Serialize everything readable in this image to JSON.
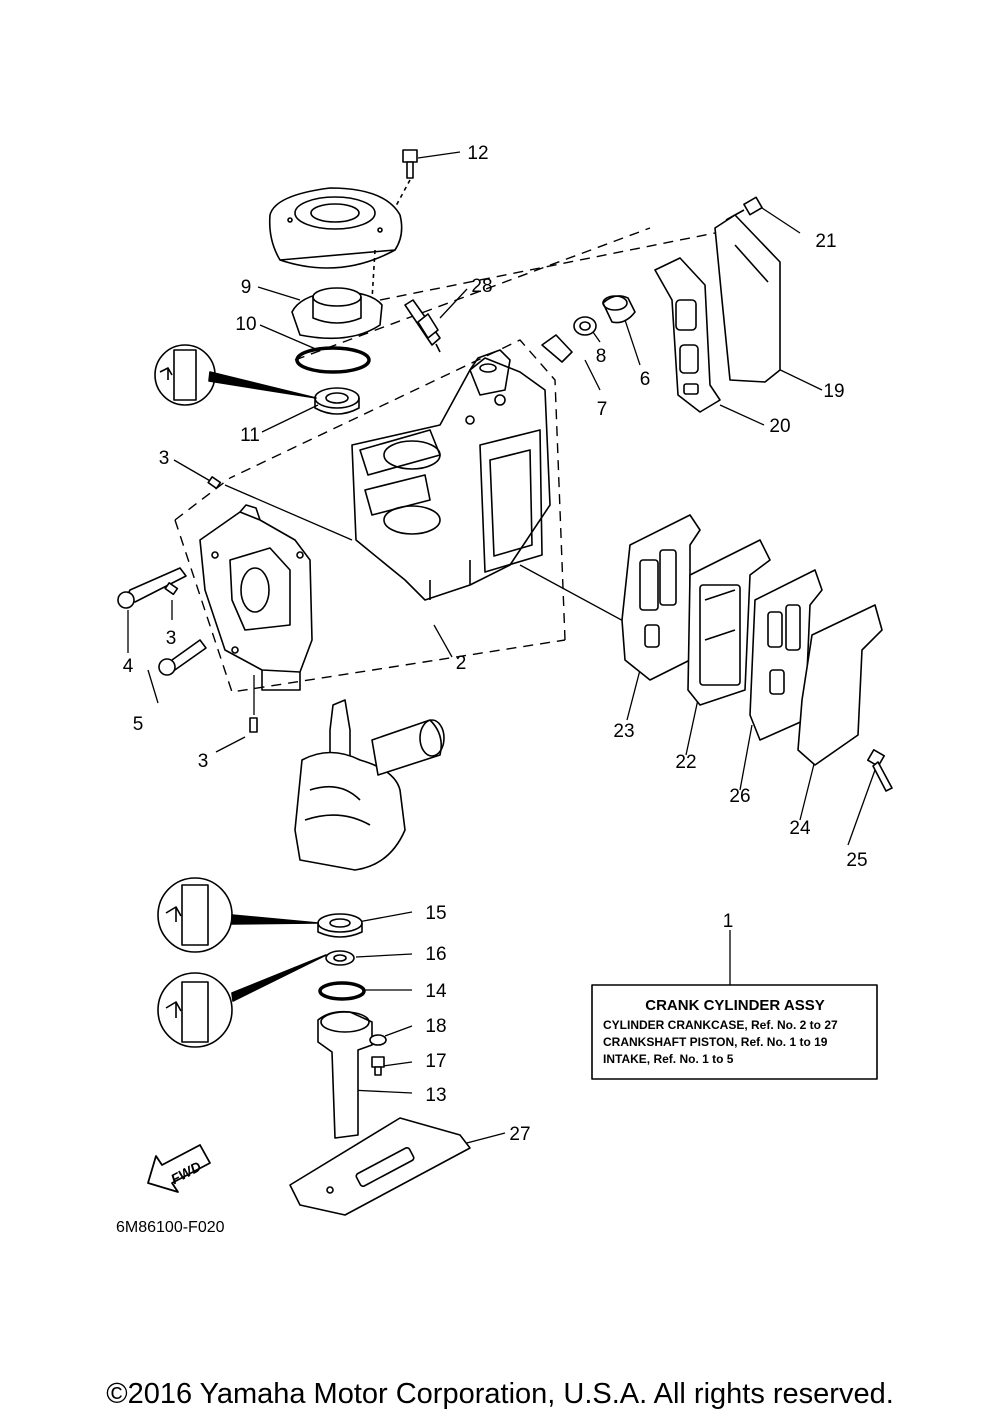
{
  "callouts": {
    "n1": "1",
    "n2": "2",
    "n3a": "3",
    "n3b": "3",
    "n3c": "3",
    "n4": "4",
    "n5": "5",
    "n6": "6",
    "n7": "7",
    "n8": "8",
    "n9": "9",
    "n10": "10",
    "n11": "11",
    "n12": "12",
    "n13": "13",
    "n14": "14",
    "n15": "15",
    "n16": "16",
    "n17": "17",
    "n18": "18",
    "n19": "19",
    "n20": "20",
    "n21": "21",
    "n22": "22",
    "n23": "23",
    "n24": "24",
    "n25": "25",
    "n26": "26",
    "n27": "27",
    "n28": "28"
  },
  "info_box": {
    "title": "CRANK CYLINDER ASSY",
    "lines": [
      "CYLINDER CRANKCASE,  Ref. No. 2 to 27",
      "CRANKSHAFT PISTON,  Ref. No. 1 to 19",
      "INTAKE,  Ref. No. 1 to 5"
    ]
  },
  "fwd_label": "FWD",
  "diagram_code": "6M86100-F020",
  "copyright": "©2016 Yamaha Motor Corporation, U.S.A. All rights reserved."
}
